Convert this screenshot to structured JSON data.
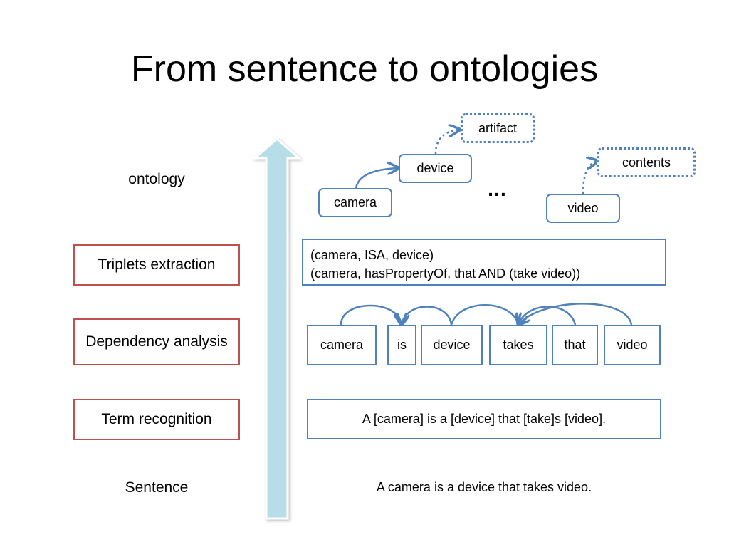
{
  "title": "From sentence to ontologies",
  "left_labels": {
    "ontology": "ontology",
    "sentence": "Sentence"
  },
  "steps": {
    "triplets": "Triplets extraction",
    "dependency": "Dependency analysis",
    "term": "Term recognition"
  },
  "ontology": {
    "artifact": "artifact",
    "device": "device",
    "camera": "camera",
    "ellipsis": "…",
    "contents": "contents",
    "video": "video"
  },
  "triplets": [
    "(camera, ISA, device)",
    "(camera, hasPropertyOf, that AND (take video))"
  ],
  "tokens": [
    "camera",
    "is",
    "device",
    "takes",
    "that",
    "video"
  ],
  "term_recognition_text": "A [camera] is a [device] that [take]s [video].",
  "sentence_text": "A camera is a device that takes video.",
  "colors": {
    "step_border": "#c0504d",
    "box_border": "#4f81bd",
    "arrow_fill": "#b7dde8"
  }
}
